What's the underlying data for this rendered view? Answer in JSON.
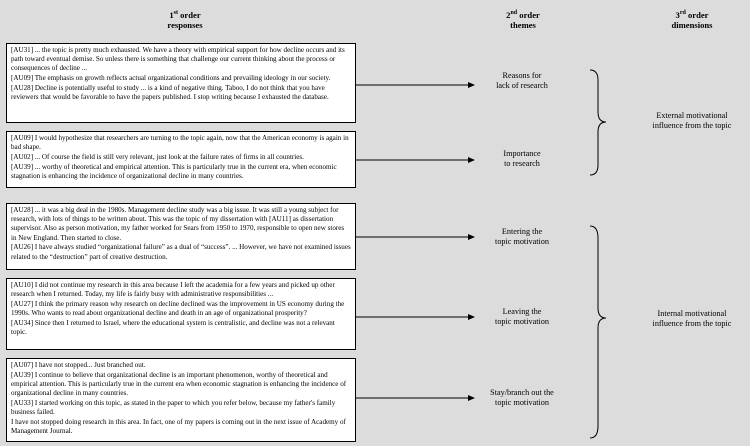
{
  "headers": {
    "first": {
      "num": "1",
      "sup": "st",
      "word": " order",
      "line2": "responses"
    },
    "second": {
      "num": "2",
      "sup": "nd",
      "word": " order",
      "line2": "themes"
    },
    "third": {
      "num": "3",
      "sup": "rd",
      "word": " order",
      "line2": "dimensions"
    }
  },
  "boxes": [
    {
      "quotes": [
        "[AU31] ... the topic is pretty much exhausted. We have a theory with empirical support for how decline occurs and its path toward eventual demise. So unless there is something that challenge our current thinking about the process or consequences of decline ...",
        "[AU09] The emphasis on growth reflects actual organizational conditions and prevailing ideology in our society.",
        "[AU28] Decline is potentially useful to study ... is a kind of negative thing. Taboo, I do not think that you have reviewers that would be favorable to have the papers published. I stop writing because I exhausted the database."
      ]
    },
    {
      "quotes": [
        "[AU09] I would hypothesize that researchers are turning to the topic again, now that the American economy is again in bad shape.",
        "[AU02] ... Of course the field is still very relevant, just look at the failure rates of firms in all countries.",
        "[AU39] ... worthy of theoretical and empirical attention. This is particularly true in the current era, when economic stagnation is enhancing the incidence of organizational decline in many countries."
      ]
    },
    {
      "quotes": [
        "[AU28] ... it was a big deal in the 1980s. Management decline study was a big issue. It was still a young subject for research, with lots of things to be written about. This was the topic of my dissertation with [AU11] as dissertation supervisor. Also as person motivation, my father worked for Sears from 1950 to 1970, responsible to open new stores in New England. Then started to close.",
        "[AU26] I have always studied “organizational failure” as a dual of “success”. ... However, we have not examined issues related to the “destruction” part of creative destruction."
      ]
    },
    {
      "quotes": [
        "[AU10] I did not continue my research in this area because I left the academia for a few years and picked up other research when I returned. Today, my life is fairly busy with administrative responsibilities ...",
        "[AU27] I think the primary reason why research on decline declined was the improvement in US economy during the 1990s. Who wants to read about organizational decline and death in an age of organizational prosperity?",
        "[AU34] Since then I returned to Israel, where the educational system is centralistic, and decline was not a relevant topic."
      ]
    },
    {
      "quotes": [
        "[AU07] I have not stopped... Just branched out.",
        "[AU39] I continue to believe that organizational decline is an important phenomenon, worthy of theoretical and empirical attention. This is particularly true in the current era when economic stagnation is enhancing the incidence of organizational decline in many countries.",
        "[AU33] I started working on this topic, as stated in the paper to which you refer below, because my father's family business failed.",
        "I have not stopped doing research in this area. In fact, one of my papers is coming out in the next issue of Academy of Management Journal."
      ]
    }
  ],
  "themes": [
    {
      "line1": "Reasons for",
      "line2": "lack of research"
    },
    {
      "line1": "Importance",
      "line2": "to research"
    },
    {
      "line1": "Entering the",
      "line2": "topic motivation"
    },
    {
      "line1": "Leaving the",
      "line2": "topic motivation"
    },
    {
      "line1": "Stay/branch out the",
      "line2": "topic motivation"
    }
  ],
  "dimensions": [
    {
      "line1": "External motivational",
      "line2": "influence from the topic"
    },
    {
      "line1": "Internal motivational",
      "line2": "influence from the topic"
    }
  ]
}
